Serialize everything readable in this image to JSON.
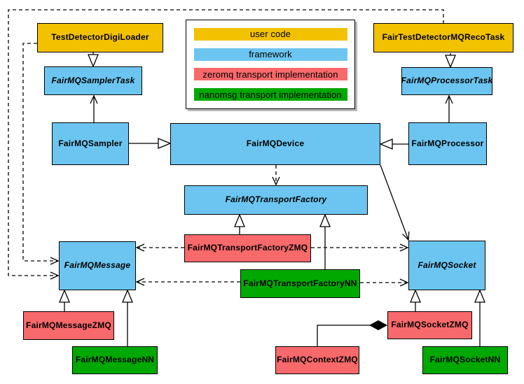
{
  "legend": {
    "items": [
      {
        "label": "user code",
        "color": "#F2C100",
        "category": "user-code"
      },
      {
        "label": "framework",
        "color": "#6CC5F0",
        "category": "framework"
      },
      {
        "label": "zeromq transport implementation",
        "color": "#F8696B",
        "category": "zeromq"
      },
      {
        "label": "nanomsg transport implementation",
        "color": "#00A800",
        "category": "nanomsg"
      }
    ]
  },
  "nodes": {
    "digi_loader": {
      "label": "TestDetectorDigiLoader",
      "category": "user-code",
      "abstract": false
    },
    "reco_task": {
      "label": "FairTestDetectorMQRecoTask",
      "category": "user-code",
      "abstract": false
    },
    "sampler_task": {
      "label": "FairMQSamplerTask",
      "category": "framework",
      "abstract": true
    },
    "processor_task": {
      "label": "FairMQProcessorTask",
      "category": "framework",
      "abstract": true
    },
    "sampler": {
      "label": "FairMQSampler",
      "category": "framework",
      "abstract": false
    },
    "device": {
      "label": "FairMQDevice",
      "category": "framework",
      "abstract": false
    },
    "processor": {
      "label": "FairMQProcessor",
      "category": "framework",
      "abstract": false
    },
    "transport_factory": {
      "label": "FairMQTransportFactory",
      "category": "framework",
      "abstract": true
    },
    "transport_factory_zmq": {
      "label": "FairMQTransportFactoryZMQ",
      "category": "zeromq",
      "abstract": false
    },
    "transport_factory_nn": {
      "label": "FairMQTransportFactoryNN",
      "category": "nanomsg",
      "abstract": false
    },
    "message": {
      "label": "FairMQMessage",
      "category": "framework",
      "abstract": true
    },
    "socket": {
      "label": "FairMQSocket",
      "category": "framework",
      "abstract": true
    },
    "message_zmq": {
      "label": "FairMQMessageZMQ",
      "category": "zeromq",
      "abstract": false
    },
    "message_nn": {
      "label": "FairMQMessageNN",
      "category": "nanomsg",
      "abstract": false
    },
    "socket_zmq": {
      "label": "FairMQSocketZMQ",
      "category": "zeromq",
      "abstract": false
    },
    "socket_nn": {
      "label": "FairMQSocketNN",
      "category": "nanomsg",
      "abstract": false
    },
    "context_zmq": {
      "label": "FairMQContextZMQ",
      "category": "zeromq",
      "abstract": false
    }
  },
  "edges": [
    {
      "from": "TestDetectorDigiLoader",
      "to": "FairMQSamplerTask",
      "type": "generalization"
    },
    {
      "from": "FairTestDetectorMQRecoTask",
      "to": "FairMQProcessorTask",
      "type": "generalization"
    },
    {
      "from": "FairMQSampler",
      "to": "FairMQSamplerTask",
      "type": "association"
    },
    {
      "from": "FairMQProcessor",
      "to": "FairMQProcessorTask",
      "type": "association"
    },
    {
      "from": "FairMQSampler",
      "to": "FairMQDevice",
      "type": "generalization"
    },
    {
      "from": "FairMQProcessor",
      "to": "FairMQDevice",
      "type": "generalization"
    },
    {
      "from": "FairMQDevice",
      "to": "FairMQTransportFactory",
      "type": "dependency"
    },
    {
      "from": "FairMQDevice",
      "to": "FairMQSocket",
      "type": "association"
    },
    {
      "from": "TestDetectorDigiLoader",
      "to": "FairMQMessage",
      "type": "dependency"
    },
    {
      "from": "FairTestDetectorMQRecoTask",
      "to": "FairMQMessage",
      "type": "dependency"
    },
    {
      "from": "FairMQTransportFactoryZMQ",
      "to": "FairMQTransportFactory",
      "type": "generalization"
    },
    {
      "from": "FairMQTransportFactoryNN",
      "to": "FairMQTransportFactory",
      "type": "generalization"
    },
    {
      "from": "FairMQTransportFactoryZMQ",
      "to": "FairMQMessage",
      "type": "dependency"
    },
    {
      "from": "FairMQTransportFactoryZMQ",
      "to": "FairMQSocket",
      "type": "dependency"
    },
    {
      "from": "FairMQTransportFactoryNN",
      "to": "FairMQMessage",
      "type": "dependency"
    },
    {
      "from": "FairMQTransportFactoryNN",
      "to": "FairMQSocket",
      "type": "dependency"
    },
    {
      "from": "FairMQMessageZMQ",
      "to": "FairMQMessage",
      "type": "generalization"
    },
    {
      "from": "FairMQMessageNN",
      "to": "FairMQMessage",
      "type": "generalization"
    },
    {
      "from": "FairMQSocketZMQ",
      "to": "FairMQSocket",
      "type": "generalization"
    },
    {
      "from": "FairMQSocketNN",
      "to": "FairMQSocket",
      "type": "generalization"
    },
    {
      "from": "FairMQContextZMQ",
      "to": "FairMQSocketZMQ",
      "type": "composition"
    }
  ]
}
